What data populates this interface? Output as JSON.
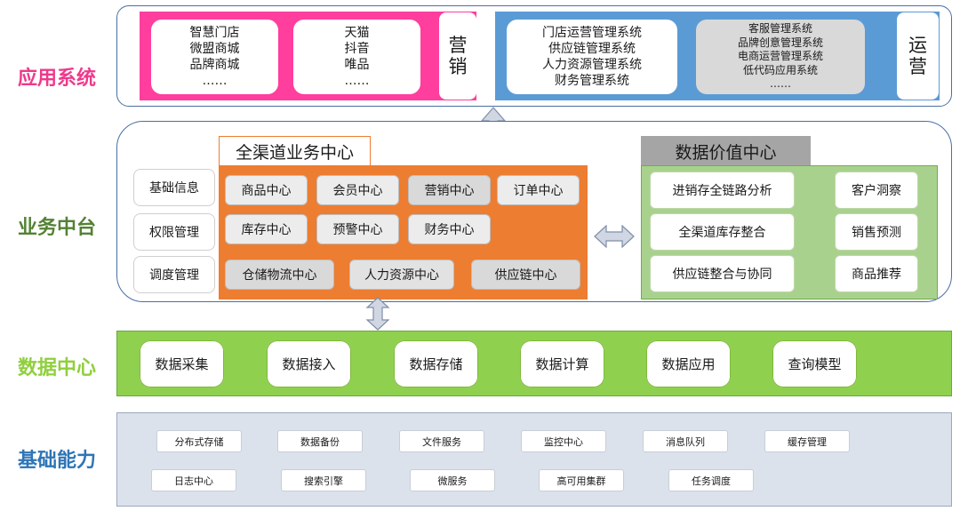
{
  "layers": {
    "app": "应用系统",
    "business": "业务中台",
    "data": "数据中心",
    "infra": "基础能力"
  },
  "colors": {
    "app_label": "#ee3a8c",
    "business_label": "#548235",
    "data_label": "#8fcf3c",
    "infra_label": "#2e75b6",
    "marketing_bg": "#ff3e9d",
    "operations_bg": "#5b9bd5",
    "omni_bg": "#ed7d31",
    "data_value_bg": "#a9d18e",
    "data_center_bg": "#8fd14f",
    "infra_bg": "#dce2ec"
  },
  "app_system": {
    "marketing": {
      "group1": [
        "智慧门店",
        "微盟商城",
        "品牌商城",
        "……"
      ],
      "group2": [
        "天猫",
        "抖音",
        "唯品",
        "……"
      ],
      "label": [
        "营",
        "销"
      ]
    },
    "operations": {
      "group1": [
        "门店运营管理系统",
        "供应链管理系统",
        "人力资源管理系统",
        "财务管理系统"
      ],
      "group2": [
        "客服管理系统",
        "品牌创意管理系统",
        "电商运营管理系统",
        "低代码应用系统",
        "……"
      ],
      "label": [
        "运",
        "营"
      ]
    }
  },
  "business_platform": {
    "side": [
      "基础信息",
      "权限管理",
      "调度管理"
    ],
    "omni_title": "全渠道业务中心",
    "omni_modules": [
      "商品中心",
      "会员中心",
      "营销中心",
      "订单中心",
      "库存中心",
      "预警中心",
      "财务中心",
      "仓储物流中心",
      "人力资源中心",
      "供应链中心"
    ],
    "data_value_title": "数据价值中心",
    "data_value_left": [
      "进销存全链路分析",
      "全渠道库存整合",
      "供应链整合与协同"
    ],
    "data_value_right": [
      "客户洞察",
      "销售预测",
      "商品推荐"
    ]
  },
  "data_center": [
    "数据采集",
    "数据接入",
    "数据存储",
    "数据计算",
    "数据应用",
    "查询模型"
  ],
  "infra": {
    "row1": [
      "分布式存储",
      "数据备份",
      "文件服务",
      "监控中心",
      "消息队列",
      "缓存管理"
    ],
    "row2": [
      "日志中心",
      "搜索引擎",
      "微服务",
      "高可用集群",
      "任务调度"
    ]
  }
}
